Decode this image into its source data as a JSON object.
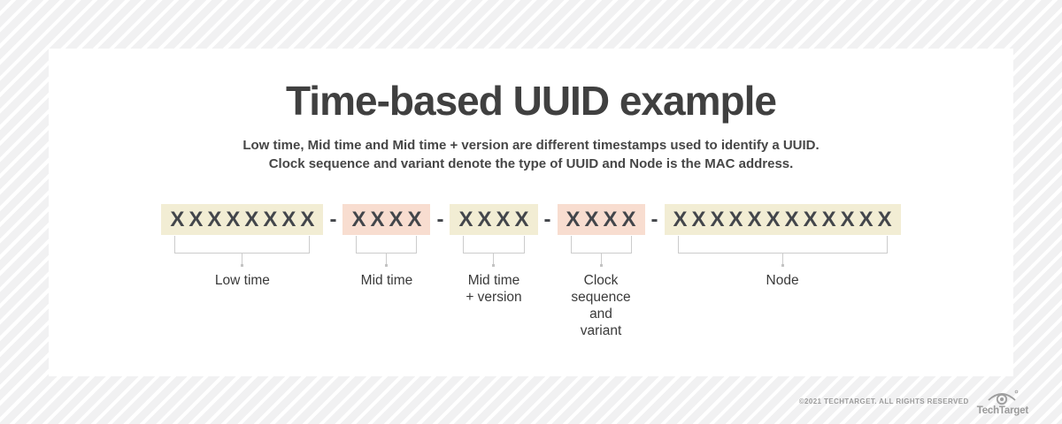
{
  "header": {
    "title": "Time-based UUID example",
    "subtitle": "Low time, Mid time and Mid time + version are different timestamps used to identify a UUID.\nClock sequence and variant denote the type of UUID and Node is the MAC address."
  },
  "uuid": {
    "separator": "-",
    "segments": [
      {
        "chars": "XXXXXXXX",
        "label": "Low time",
        "bg": "#f2edd4"
      },
      {
        "chars": "XXXX",
        "label": "Mid time",
        "bg": "#f8ddd0"
      },
      {
        "chars": "XXXX",
        "label": "Mid time\n+ version",
        "bg": "#f2edd4"
      },
      {
        "chars": "XXXX",
        "label": "Clock\nsequence\nand\nvariant",
        "bg": "#f8ddd0"
      },
      {
        "chars": "XXXXXXXXXXXX",
        "label": "Node",
        "bg": "#f2edd4"
      }
    ]
  },
  "footer": {
    "copyright": "©2021 TECHTARGET. ALL RIGHTS RESERVED",
    "brand": "TechTarget",
    "logo_icon": "techtarget-eye-icon"
  },
  "colors": {
    "char": "#43464b",
    "bracket": "#cccccc",
    "title": "#404040",
    "segment_beige": "#f2edd4",
    "segment_pink": "#f8ddd0",
    "card_bg": "#ffffff",
    "page_bg": "#f1f1f2",
    "footer_gray": "#9b9b9b"
  }
}
